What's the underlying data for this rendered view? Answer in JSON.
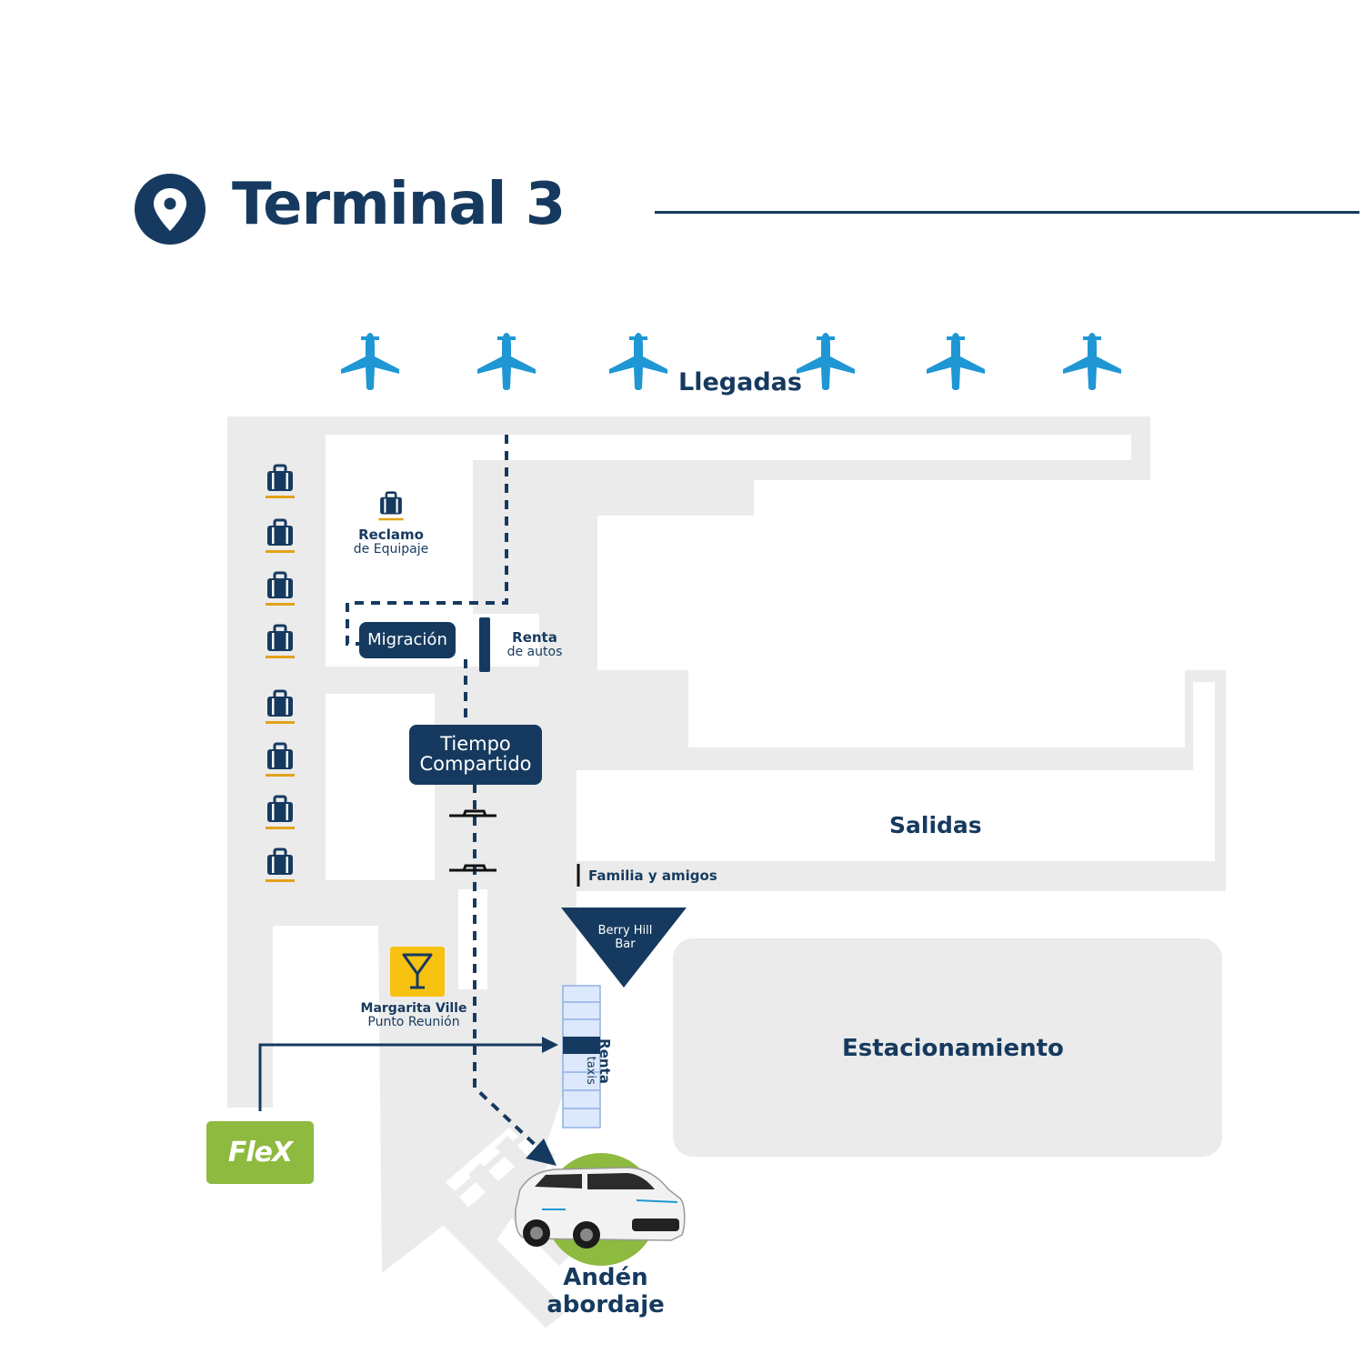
{
  "header": {
    "title": "Terminal 3"
  },
  "labels": {
    "arrivals": "Llegadas",
    "baggage_claim_1": "Reclamo",
    "baggage_claim_2": "de Equipaje",
    "migration": "Migración",
    "car_rental_1": "Renta",
    "car_rental_2": "de autos",
    "timeshare_1": "Tiempo",
    "timeshare_2": "Compartido",
    "departures": "Salidas",
    "family_friends": "Familia y amigos",
    "bar_1": "Berry Hill",
    "bar_2": "Bar",
    "margaritaville_1": "Margarita Ville",
    "margaritaville_2": "Punto Reunión",
    "taxi_rental_1": "Renta",
    "taxi_rental_2": "de taxis",
    "parking": "Estacionamiento",
    "boarding_1": "Andén",
    "boarding_2": "abordaje",
    "flex": "FleX"
  },
  "colors": {
    "navy": "#163a5f",
    "plane_blue": "#1f97d4",
    "floor_gray": "#ebebeb",
    "baggage_accent": "#e3a21a",
    "bar_yellow": "#f7c20f",
    "flex_green": "#8dba3f",
    "taxi_light": "#dce8fb"
  },
  "icons": {
    "location_pin": "location-pin-icon",
    "plane": "airplane-icon",
    "baggage": "suitcase-icon",
    "cocktail": "cocktail-glass-icon",
    "car": "car-icon"
  }
}
